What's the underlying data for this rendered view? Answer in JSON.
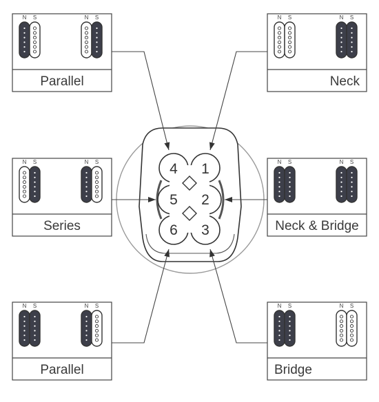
{
  "panels": [
    {
      "id": "top-left",
      "label": "Parallel",
      "pickups": [
        "dark-white",
        "white-dark"
      ],
      "target_position": "4"
    },
    {
      "id": "top-right",
      "label": "Neck",
      "pickups": [
        "white-white",
        "dark-dark"
      ],
      "target_position": "1"
    },
    {
      "id": "mid-left",
      "label": "Series",
      "pickups": [
        "white-dark",
        "dark-white"
      ],
      "target_position": "5"
    },
    {
      "id": "mid-right",
      "label": "Neck & Bridge",
      "pickups": [
        "dark-dark",
        "dark-dark"
      ],
      "target_position": "2"
    },
    {
      "id": "bottom-left",
      "label": "Parallel",
      "pickups": [
        "dark-dark",
        "dark-white"
      ],
      "target_position": "6"
    },
    {
      "id": "bottom-right",
      "label": "Bridge",
      "pickups": [
        "dark-dark",
        "white-white"
      ],
      "target_position": "3"
    }
  ],
  "switch": {
    "positions": [
      "4",
      "1",
      "5",
      "2",
      "6",
      "3"
    ]
  },
  "pickup_pole_labels": {
    "north": "N",
    "south": "S"
  },
  "colors": {
    "dark_coil": "#3d3f4a",
    "white_coil": "#ffffff",
    "stroke": "#333333",
    "ring": "#9a9a9a"
  }
}
